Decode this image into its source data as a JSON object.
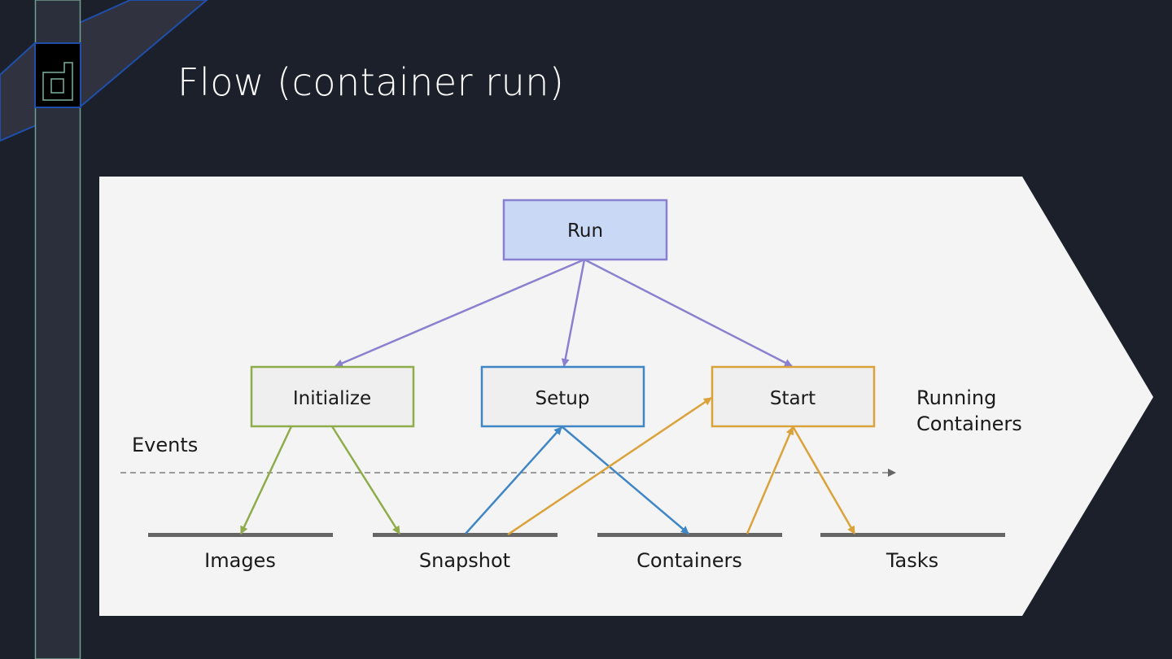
{
  "slide": {
    "title": "Flow (container run)",
    "logo": "d-logo-icon"
  },
  "diagram": {
    "nodes": [
      {
        "id": "run",
        "label": "Run",
        "stroke": "#8a80d0",
        "fill": "#c9d9f5"
      },
      {
        "id": "initialize",
        "label": "Initialize",
        "stroke": "#8fac4b",
        "fill": "#efefef"
      },
      {
        "id": "setup",
        "label": "Setup",
        "stroke": "#3f86c6",
        "fill": "#efefef"
      },
      {
        "id": "start",
        "label": "Start",
        "stroke": "#dba23a",
        "fill": "#efefef"
      }
    ],
    "stores": [
      {
        "id": "images",
        "label": "Images"
      },
      {
        "id": "snapshot",
        "label": "Snapshot"
      },
      {
        "id": "containers",
        "label": "Containers"
      },
      {
        "id": "tasks",
        "label": "Tasks"
      }
    ],
    "events_label": "Events",
    "running_label_line1": "Running",
    "running_label_line2": "Containers",
    "edges": [
      {
        "from": "run",
        "to": "initialize",
        "color": "#8a80d0"
      },
      {
        "from": "run",
        "to": "setup",
        "color": "#8a80d0"
      },
      {
        "from": "run",
        "to": "start",
        "color": "#8a80d0"
      },
      {
        "from": "initialize",
        "to": "images",
        "color": "#8fac4b"
      },
      {
        "from": "initialize",
        "to": "snapshot",
        "color": "#8fac4b"
      },
      {
        "from": "snapshot",
        "to": "setup",
        "color": "#3f86c6"
      },
      {
        "from": "setup",
        "to": "containers",
        "color": "#3f86c6"
      },
      {
        "from": "snapshot",
        "to": "start",
        "color": "#dba23a"
      },
      {
        "from": "containers",
        "to": "start",
        "color": "#dba23a"
      },
      {
        "from": "start",
        "to": "tasks",
        "color": "#dba23a"
      }
    ],
    "colors": {
      "panel": "#f4f4f4",
      "store_bar": "#666666",
      "events_line": "#666666",
      "background": "#1c202b"
    }
  }
}
